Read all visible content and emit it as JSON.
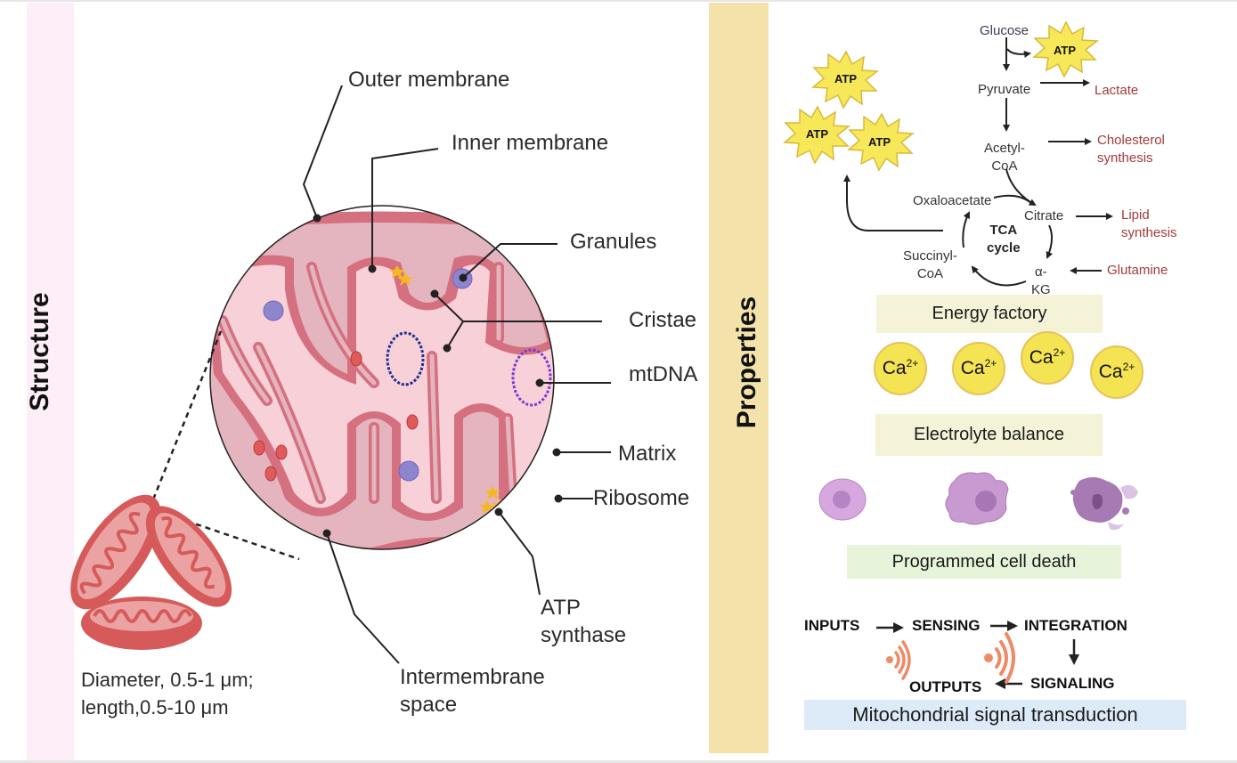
{
  "sections": {
    "structure_label": "Structure",
    "properties_label": "Properties"
  },
  "structure": {
    "labels": {
      "outer_membrane": "Outer membrane",
      "inner_membrane": "Inner membrane",
      "granules": "Granules",
      "cristae": "Cristae",
      "mtdna": "mtDNA",
      "matrix": "Matrix",
      "ribosome": "Ribosome",
      "atp_synthase_line1": "ATP",
      "atp_synthase_line2": "synthase",
      "intermembrane_line1": "Intermembrane",
      "intermembrane_line2": "space"
    },
    "dimensions_line1": "Diameter, 0.5-1 μm;",
    "dimensions_line2": "length,0.5-10 μm"
  },
  "properties": {
    "energy": {
      "atp_label": "ATP",
      "glucose": "Glucose",
      "pyruvate": "Pyruvate",
      "lactate": "Lactate",
      "acetyl_coa_line1": "Acetyl-",
      "acetyl_coa_line2": "CoA",
      "cholesterol_line1": "Cholesterol",
      "cholesterol_line2": "synthesis",
      "oxaloacetate": "Oxaloacetate",
      "citrate": "Citrate",
      "lipid_line1": "Lipid",
      "lipid_line2": "synthesis",
      "tca_line1": "TCA",
      "tca_line2": "cycle",
      "succinyl_line1": "Succinyl-",
      "succinyl_line2": "CoA",
      "akg_line1": "α-",
      "akg_line2": "KG",
      "glutamine": "Glutamine",
      "title": "Energy factory"
    },
    "electrolyte": {
      "ion_base": "Ca",
      "ion_charge": "2+",
      "title": "Electrolyte balance"
    },
    "cell_death": {
      "title": "Programmed cell death"
    },
    "signaling": {
      "inputs": "INPUTS",
      "sensing": "SENSING",
      "integration": "INTEGRATION",
      "signaling": "SIGNALING",
      "outputs": "OUTPUTS",
      "title": "Mitochondrial signal transduction"
    }
  },
  "colors": {
    "structure_band": "#fdeef7",
    "properties_band": "#f3e3ab",
    "membrane": "#d4707f",
    "matrix": "#f8d0d8",
    "intermembrane": "#e4b5bf",
    "product_text": "#a33a3a",
    "atp_star": "#f7e85a",
    "calcium": "#f4e352",
    "cell": "#c99ad2",
    "signal_wave": "#ef8a66"
  }
}
